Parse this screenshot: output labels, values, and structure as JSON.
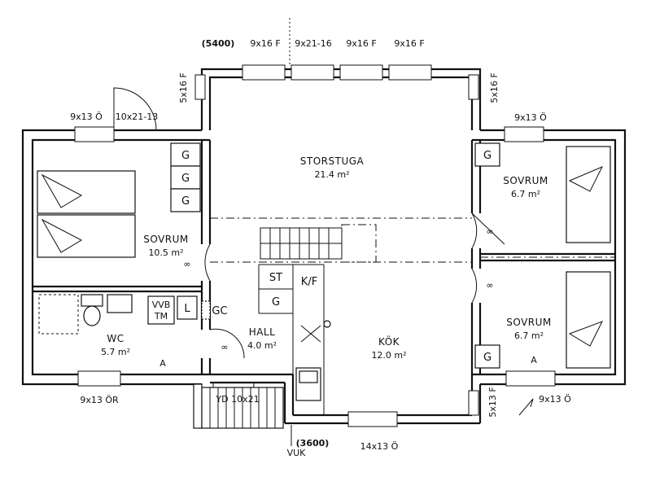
{
  "rooms": {
    "storstuga": {
      "name": "STORSTUGA",
      "area": "21.4 m²"
    },
    "sovrum_left": {
      "name": "SOVRUM",
      "area": "10.5 m²"
    },
    "sovrum_right_top": {
      "name": "SOVRUM",
      "area": "6.7 m²"
    },
    "sovrum_right_bottom": {
      "name": "SOVRUM",
      "area": "6.7 m²"
    },
    "wc": {
      "name": "WC",
      "area": "5.7 m²"
    },
    "hall": {
      "name": "HALL",
      "area": "4.0 m²"
    },
    "kok": {
      "name": "KÖK",
      "area": "12.0 m²"
    }
  },
  "dimensions": {
    "top_width": "(5400)",
    "bottom_width": "(3600)"
  },
  "windows": {
    "top_1": "9x16 F",
    "top_door": "9x21-16",
    "top_2": "9x16 F",
    "top_3": "9x16 F",
    "left_vertical": "5x16 F",
    "right_vertical": "5x16 F",
    "left_wing_window": "9x13 Ö",
    "left_wing_door": "10x21-13",
    "right_wing_window": "9x13 Ö",
    "bottom_left": "9x13 ÖR",
    "entrance_door": "YD 10x21",
    "bottom_kok": "14x13 Ö",
    "bottom_right_vertical": "5x13 F",
    "bottom_right": "9x13 Ö"
  },
  "fixtures": {
    "wardrobe": "G",
    "closet_st": "ST",
    "kf": "K/F",
    "vvb": "VVB",
    "tm": "TM",
    "l": "L",
    "gc": "GC",
    "a": "A",
    "vuk": "VUK"
  }
}
